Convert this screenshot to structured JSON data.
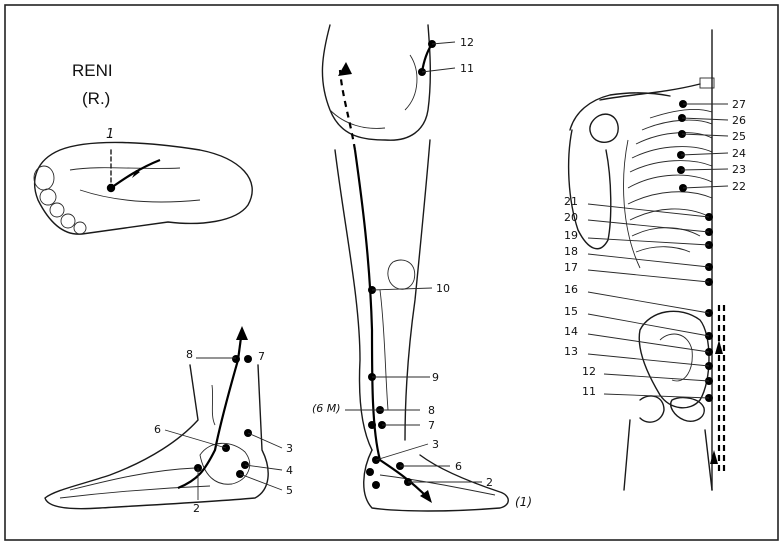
{
  "title": "RENI",
  "subtitle": "(R.)",
  "colors": {
    "ink": "#111111",
    "paper": "#ffffff"
  },
  "sole_labels": [
    "1"
  ],
  "ankle_labels": [
    "8",
    "7",
    "6",
    "3",
    "4",
    "5",
    "2"
  ],
  "leg_labels": [
    "12",
    "11",
    "10",
    "9",
    "(6 M)",
    "8",
    "7",
    "3",
    "6",
    "2",
    "(1)"
  ],
  "trunk_labels": [
    "27",
    "26",
    "25",
    "24",
    "23",
    "22",
    "21",
    "20",
    "19",
    "18",
    "17",
    "16",
    "15",
    "14",
    "13",
    "12",
    "11"
  ]
}
